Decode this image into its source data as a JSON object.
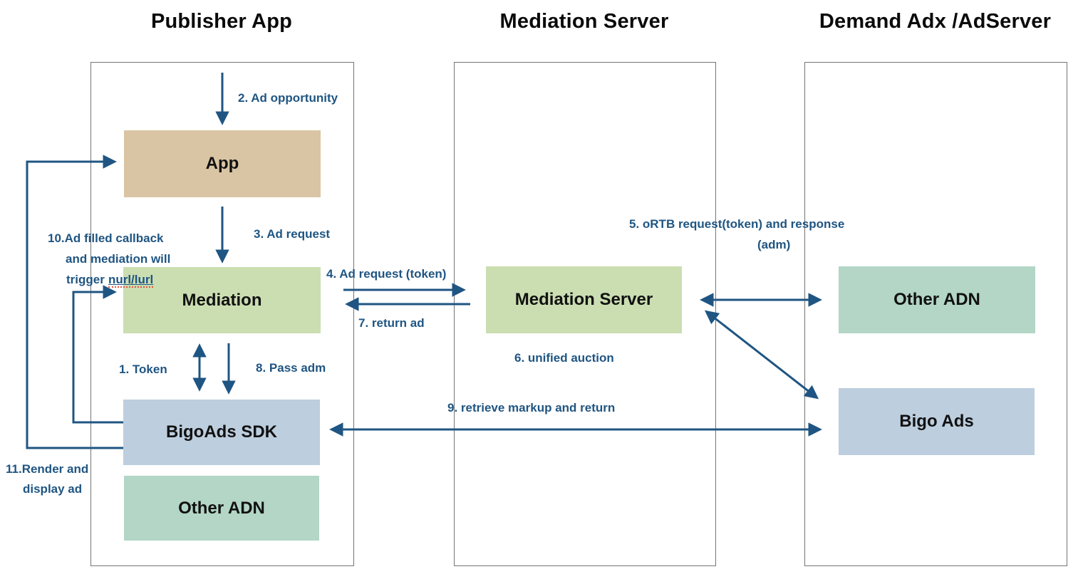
{
  "columns": [
    {
      "title": "Publisher App"
    },
    {
      "title": "Mediation Server"
    },
    {
      "title": "Demand Adx /AdServer"
    }
  ],
  "nodes": {
    "app": {
      "label": "App"
    },
    "mediation": {
      "label": "Mediation"
    },
    "bigoads_sdk": {
      "label": "BigoAds SDK"
    },
    "other_adn_publisher": {
      "label": "Other ADN"
    },
    "mediation_server": {
      "label": "Mediation Server"
    },
    "other_adn_demand": {
      "label": "Other ADN"
    },
    "bigo_ads": {
      "label": "Bigo Ads"
    }
  },
  "steps": {
    "s1": "1.  Token",
    "s2": "2.  Ad opportunity",
    "s3": "3.  Ad request",
    "s4": "4. Ad request  (token)",
    "s5_line1": "5. oRTB request(token) and response",
    "s5_line2": "(adm)",
    "s6": "6.  unified auction",
    "s7": "7.  return ad",
    "s8": "8. Pass adm",
    "s9": "9. retrieve markup and return",
    "s10_line1": "10.Ad filled callback",
    "s10_line2": "and mediation will",
    "s10_line3_prefix": "trigger",
    "s10_line3_link": "nurl/lurl",
    "s11_line1": "11.Render and",
    "s11_line2": "display ad"
  },
  "colors": {
    "accent_blue": "#1f5582",
    "node_tan": "#d9c5a3",
    "node_green": "#cbdeb2",
    "node_blue": "#bdcede",
    "node_teal": "#b3d6c6",
    "container_border": "#757575",
    "spellcheck_red": "#e8503e"
  }
}
